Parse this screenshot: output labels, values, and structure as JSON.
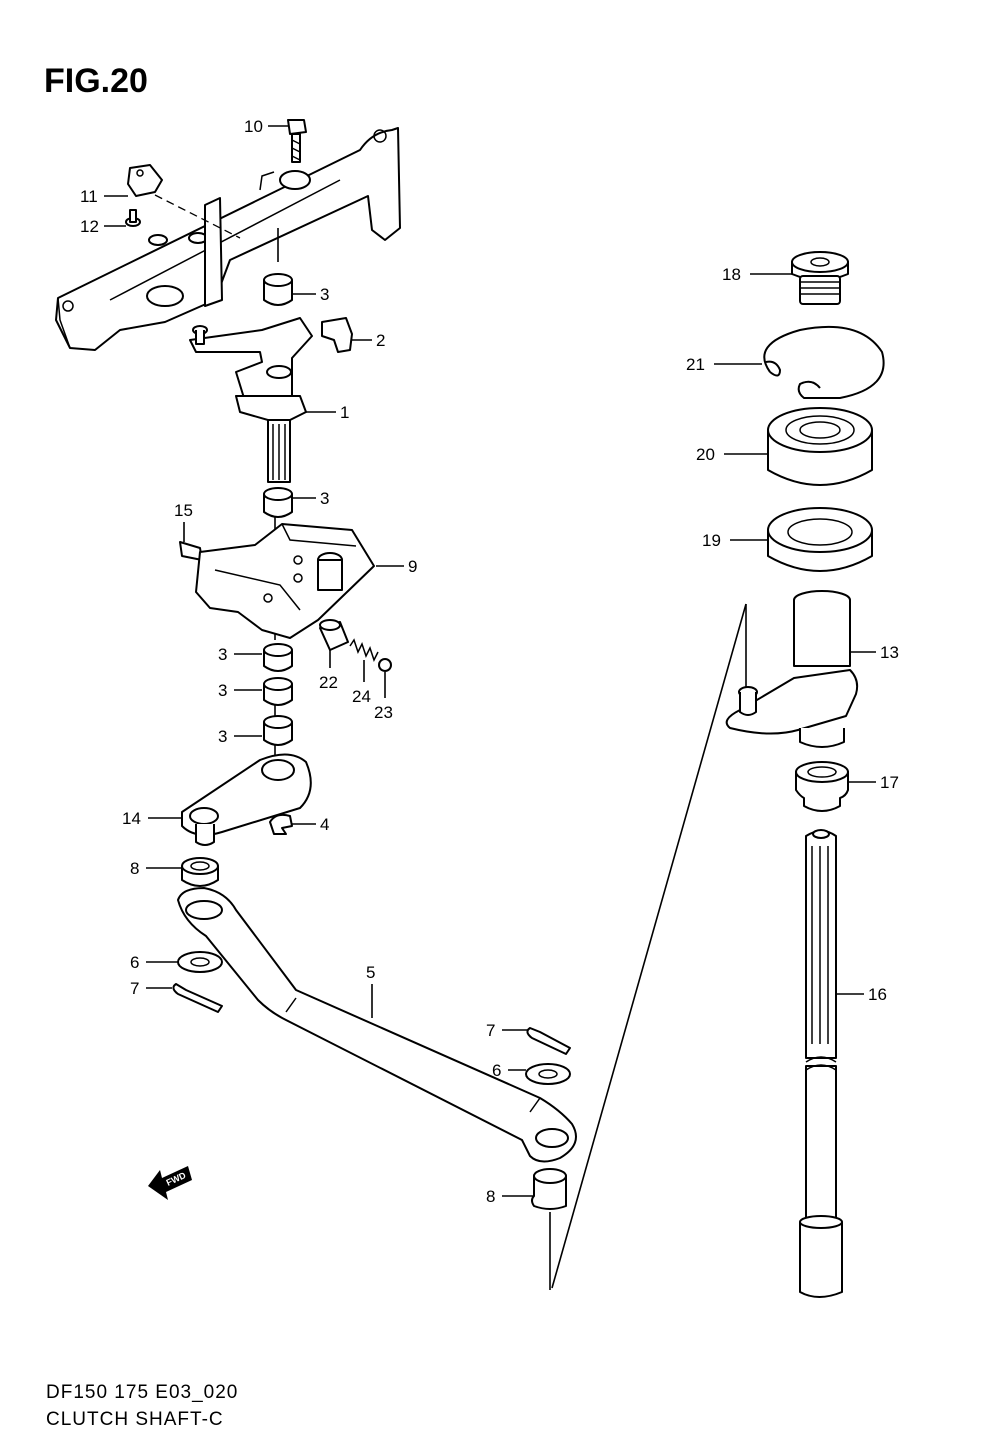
{
  "figure": {
    "title": "FIG.20",
    "model_code": "DF150 175 E03_020",
    "section_name": "CLUTCH SHAFT-C",
    "direction_badge": "FWD"
  },
  "callouts": [
    {
      "id": "c10",
      "number": "10"
    },
    {
      "id": "c11",
      "number": "11"
    },
    {
      "id": "c12",
      "number": "12"
    },
    {
      "id": "c3a",
      "number": "3"
    },
    {
      "id": "c2",
      "number": "2"
    },
    {
      "id": "c1",
      "number": "1"
    },
    {
      "id": "c3b",
      "number": "3"
    },
    {
      "id": "c15",
      "number": "15"
    },
    {
      "id": "c9",
      "number": "9"
    },
    {
      "id": "c3c",
      "number": "3"
    },
    {
      "id": "c3d",
      "number": "3"
    },
    {
      "id": "c3e",
      "number": "3"
    },
    {
      "id": "c22",
      "number": "22"
    },
    {
      "id": "c24",
      "number": "24"
    },
    {
      "id": "c23",
      "number": "23"
    },
    {
      "id": "c14",
      "number": "14"
    },
    {
      "id": "c4",
      "number": "4"
    },
    {
      "id": "c8a",
      "number": "8"
    },
    {
      "id": "c6a",
      "number": "6"
    },
    {
      "id": "c7a",
      "number": "7"
    },
    {
      "id": "c5",
      "number": "5"
    },
    {
      "id": "c7b",
      "number": "7"
    },
    {
      "id": "c6b",
      "number": "6"
    },
    {
      "id": "c8b",
      "number": "8"
    },
    {
      "id": "c18",
      "number": "18"
    },
    {
      "id": "c21",
      "number": "21"
    },
    {
      "id": "c20",
      "number": "20"
    },
    {
      "id": "c19",
      "number": "19"
    },
    {
      "id": "c13",
      "number": "13"
    },
    {
      "id": "c17",
      "number": "17"
    },
    {
      "id": "c16",
      "number": "16"
    }
  ]
}
